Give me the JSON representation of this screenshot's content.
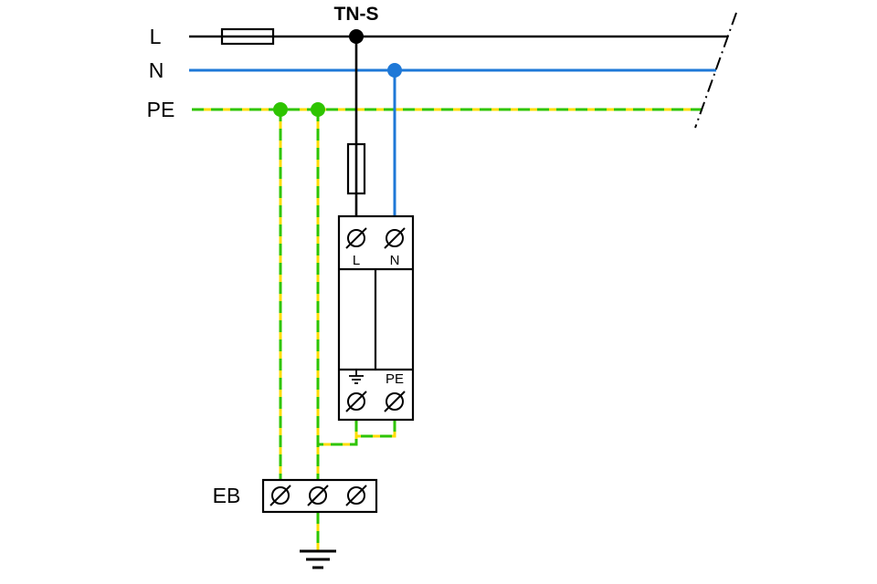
{
  "diagram": {
    "title": "TN-S"
  },
  "conductors": {
    "l": "L",
    "n": "N",
    "pe": "PE"
  },
  "spd": {
    "terminal_l": "L",
    "terminal_n": "N",
    "terminal_pe": "PE"
  },
  "earth_bar": {
    "label": "EB"
  },
  "icons": {
    "spd_earth_terminal": "earth-symbol",
    "ground": "earth-ground-symbol",
    "terminals": "screw-terminal",
    "fuses": "fuse-rectangle",
    "continuation": "dash-dot-break-line"
  },
  "colors": {
    "line_color": "#000000",
    "neutral_color": "#1e78d7",
    "pe_green": "#2ec400",
    "pe_yellow": "#ffdd00",
    "bg": "#ffffff"
  }
}
